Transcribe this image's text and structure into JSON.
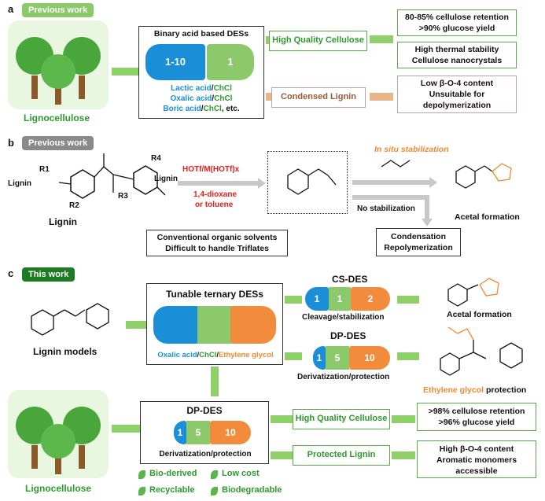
{
  "panel_a": {
    "label": "a",
    "tag": "Previous work",
    "lignocellulose": "Lignocellulose",
    "des_title": "Binary acid based DESs",
    "ratio_left": "1-10",
    "ratio_right": "1",
    "acids": [
      {
        "a": "Lactic acid",
        "b": "/",
        "c": "ChCl",
        "d": ""
      },
      {
        "a": "Oxalic acid",
        "b": "/",
        "c": "ChCl",
        "d": ""
      },
      {
        "a": "Boric acid",
        "b": "/",
        "c": "ChCl",
        "d": ", etc."
      }
    ],
    "hq_cellulose": "High Quality Cellulose",
    "condensed_lignin": "Condensed Lignin",
    "result1_l1": "80-85% cellulose retention",
    "result1_l2": ">90% glucose yield",
    "result2_l1": "High thermal stability",
    "result2_l2": "Cellulose nanocrystals",
    "result3_l1": "Low β-O-4 content",
    "result3_l2": "Unsuitable for",
    "result3_l3": "depolymerization"
  },
  "panel_b": {
    "label": "b",
    "tag": "Previous work",
    "lignin": "Lignin",
    "lignin_left": "Lignin",
    "lignin_right": "Lignin",
    "reagent1": "HOTf/M(HOTf)x",
    "reagent2": "1,4-dioxane",
    "reagent3": "or toluene",
    "insitu": "In situ stabilization",
    "no_stab": "No stabilization",
    "acetal": "Acetal formation",
    "condensation_l1": "Condensation",
    "condensation_l2": "Repolymerization",
    "conventional_l1": "Conventional organic solvents",
    "conventional_l2": "Difficult to handle Triflates",
    "r1": "R1",
    "r2": "R2",
    "r3": "R3",
    "r4": "R4"
  },
  "panel_c": {
    "label": "c",
    "tag": "This work",
    "lignin_models": "Lignin models",
    "tunable": "Tunable ternary DESs",
    "ternary_a": "Oxalic acid",
    "ternary_sep1": "/",
    "ternary_b": "ChCl",
    "ternary_sep2": "/",
    "ternary_c": "Ethylene glycol",
    "cs_des": "CS-DES",
    "cs_ratio": [
      "1",
      "1",
      "2"
    ],
    "cs_caption": "Cleavage/stabilization",
    "cs_product": "Acetal formation",
    "dp_des": "DP-DES",
    "dp_ratio": [
      "1",
      "5",
      "10"
    ],
    "dp_caption": "Derivatization/protection",
    "eg_protection_a": "Ethylene glycol",
    "eg_protection_b": " protection",
    "lignocellulose": "Lignocellulose",
    "dp_box_title": "DP-DES",
    "dp_box_caption": "Derivatization/protection",
    "hq_cellulose": "High Quality Cellulose",
    "protected_lignin": "Protected Lignin",
    "res1_l1": ">98% cellulose retention",
    "res1_l2": ">96% glucose yield",
    "res2_l1": "High β-O-4 content",
    "res2_l2": "Aromatic monomers",
    "res2_l3": "accessible",
    "features": [
      "Bio-derived",
      "Low cost",
      "Recyclable",
      "Biodegradable"
    ]
  },
  "colors": {
    "blue": "#1a8fd8",
    "green": "#8bc96a",
    "orange": "#f28c3c",
    "dark_green": "#1f7a24"
  }
}
